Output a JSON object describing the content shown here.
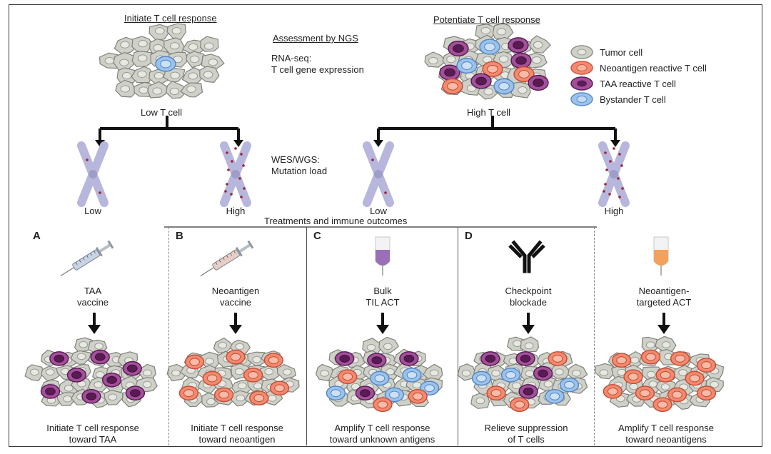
{
  "top": {
    "left_heading": "Initiate T cell response",
    "right_heading": "Potentiate T cell response",
    "ngs_heading": "Assessment by NGS",
    "rnaseq_text": "RNA-seq:\nT cell gene expression",
    "low_t_cell": "Low T cell",
    "high_t_cell": "High T cell",
    "wes_text": "WES/WGS:\nMutation load"
  },
  "chromosomes": [
    {
      "label": "Low",
      "mutations": "few"
    },
    {
      "label": "High",
      "mutations": "many"
    },
    {
      "label": "Low",
      "mutations": "few"
    },
    {
      "label": "High",
      "mutations": "many"
    }
  ],
  "legend": [
    {
      "label": "Tumor cell",
      "color": "#cfd1c9",
      "ring": "#8e928a"
    },
    {
      "label": "Neoantigen reactive T cell",
      "color": "#f08a70",
      "ring": "#d8543a"
    },
    {
      "label": "TAA reactive T cell",
      "color": "#a3509a",
      "ring": "#5e1d58"
    },
    {
      "label": "Bystander T cell",
      "color": "#9cc2ea",
      "ring": "#5a8fcf"
    }
  ],
  "treatments_heading": "Treatments and immune outcomes",
  "panels": [
    {
      "letter": "A",
      "icon": "syringe-icon",
      "treatment": "TAA\nvaccine",
      "outcome": "Initiate T cell response\ntoward TAA"
    },
    {
      "letter": "B",
      "icon": "syringe-icon",
      "treatment": "Neoantigen\nvaccine",
      "outcome": "Initiate  T cell response\ntoward neoantigen"
    },
    {
      "letter": "C",
      "icon": "iv-bag-icon",
      "treatment": "Bulk\nTIL ACT",
      "outcome": "Amplify T cell response\ntoward unknown antigens"
    },
    {
      "letter": "D",
      "icon": "antibody-icon",
      "treatment": "Checkpoint\nblockade",
      "outcome": "Relieve suppression\nof T cells"
    },
    {
      "letter": "",
      "icon": "iv-bag-icon",
      "treatment": "Neoantigen-\ntargeted ACT",
      "outcome": "Amplify T cell response\ntoward neoantigens"
    }
  ],
  "colors": {
    "tumor": "#cfd1c9",
    "neoantigen": "#f08a70",
    "taa": "#a3509a",
    "bystander": "#9cc2ea",
    "chromosome": "#b7b6dc",
    "mutation": "#9a2436"
  }
}
